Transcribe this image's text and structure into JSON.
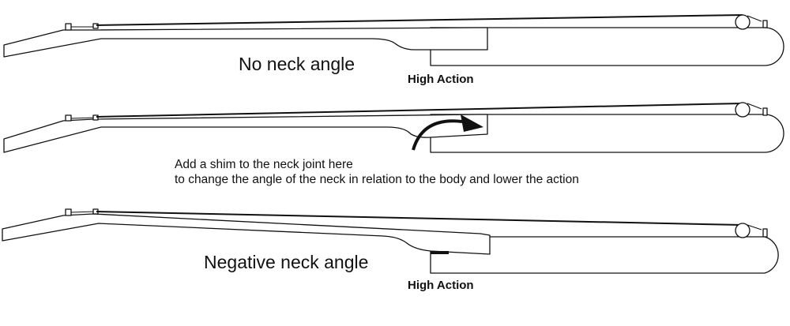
{
  "diagram": {
    "panel_top": {
      "title": "No neck angle",
      "subtitle": "High Action"
    },
    "panel_middle": {
      "note_line1": "Add a shim to the neck joint here",
      "note_line2": "to change the angle of the neck in relation to the body and lower the action"
    },
    "panel_bottom": {
      "title": "Negative neck angle",
      "subtitle": "High Action"
    },
    "colors": {
      "line": "#111111",
      "background": "#ffffff"
    }
  }
}
